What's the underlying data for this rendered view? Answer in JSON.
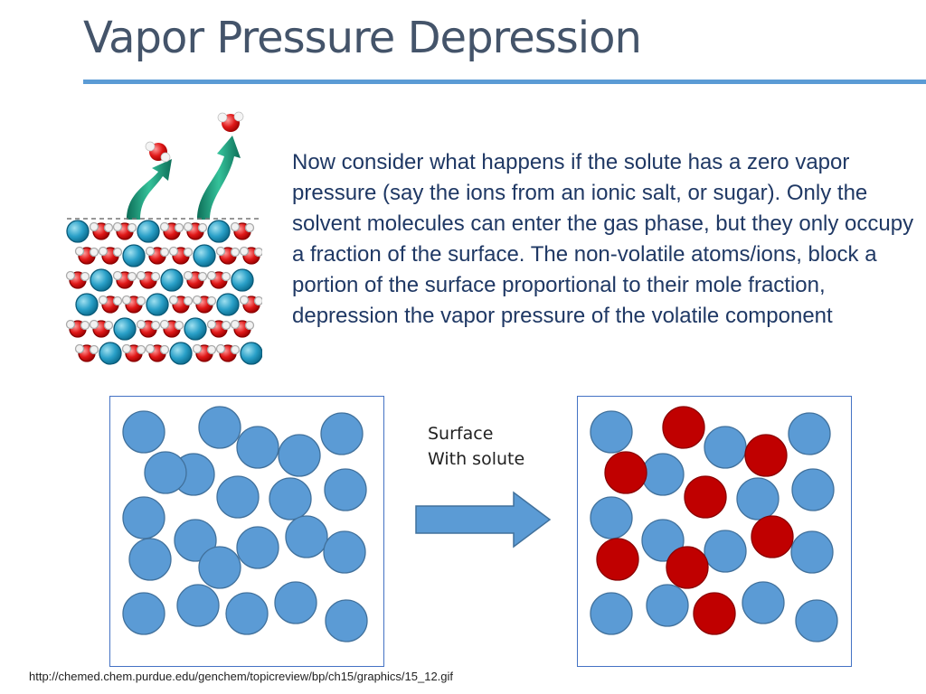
{
  "slide": {
    "title": "Vapor Pressure Depression",
    "body": "Now consider what happens if the solute has a zero vapor pressure (say the ions from an ionic salt, or sugar).  Only the solvent molecules can enter the gas phase, but they only occupy a fraction of the surface. The non-volatile atoms/ions, block a portion of the surface proportional to their mole fraction, depression the vapor pressure of the volatile component",
    "arrow_label_line1": "Surface",
    "arrow_label_line2": "With solute",
    "source_url": "http://chemed.chem.purdue.edu/genchem/topicreview/bp/ch15/graphics/15_12.gif"
  },
  "colors": {
    "title": "#44546a",
    "accent_rule": "#5b9bd5",
    "solvent_particle": "#5b9bd5",
    "solute_particle": "#c00000",
    "box_border": "#4472c4",
    "arrow_fill": "#5b9bd5"
  },
  "icons": {
    "molecule_figure": "solution-surface-molecules-illustration",
    "process_arrow": "right-arrow-icon"
  }
}
